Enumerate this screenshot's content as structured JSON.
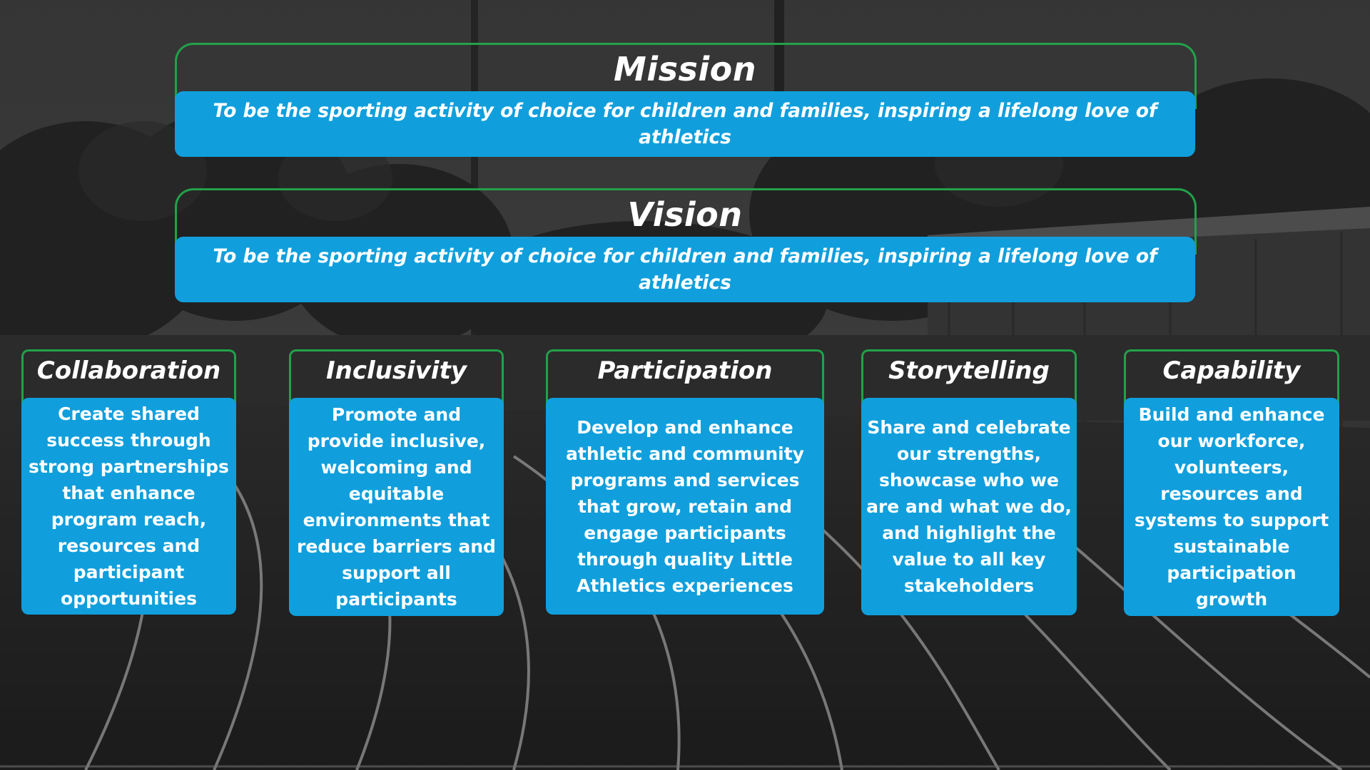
{
  "mission": {
    "title": "Mission",
    "text": "To be the sporting activity of choice for children and families, inspiring a lifelong love of athletics"
  },
  "vision": {
    "title": "Vision",
    "text": "To be the sporting activity of choice for children and families, inspiring a lifelong love of athletics"
  },
  "values": [
    {
      "title": "Collaboration",
      "text": "Create shared success through strong partnerships that enhance program reach, resources and participant opportunities"
    },
    {
      "title": "Inclusivity",
      "text": "Promote and provide inclusive, welcoming and equitable environments that reduce barriers and support all participants"
    },
    {
      "title": "Participation",
      "text": "Develop and enhance athletic and community programs and services that grow, retain and engage participants through quality Little Athletics experiences"
    },
    {
      "title": "Storytelling",
      "text": "Share and celebrate our strengths, showcase who we are and what we do, and highlight the value to all key stakeholders"
    },
    {
      "title": "Capability",
      "text": "Build and enhance our workforce, volunteers, resources and systems to support sustainable participation growth"
    }
  ],
  "colors": {
    "box_blue": "#109fdc",
    "frame_green": "#22a14a",
    "text": "#ffffff"
  }
}
